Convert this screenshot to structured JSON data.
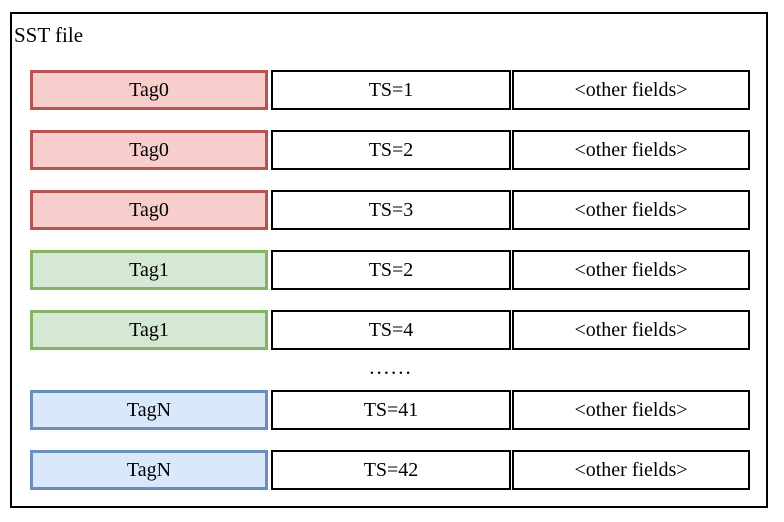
{
  "diagram": {
    "title": "SST file",
    "ellipsis": "......",
    "rows": [
      {
        "tag": "Tag0",
        "ts": "TS=1",
        "other": "<other fields>",
        "group": "red"
      },
      {
        "tag": "Tag0",
        "ts": "TS=2",
        "other": "<other fields>",
        "group": "red"
      },
      {
        "tag": "Tag0",
        "ts": "TS=3",
        "other": "<other fields>",
        "group": "red"
      },
      {
        "tag": "Tag1",
        "ts": "TS=2",
        "other": "<other fields>",
        "group": "green"
      },
      {
        "tag": "Tag1",
        "ts": "TS=4",
        "other": "<other fields>",
        "group": "green"
      },
      {
        "tag": "TagN",
        "ts": "TS=41",
        "other": "<other fields>",
        "group": "blue"
      },
      {
        "tag": "TagN",
        "ts": "TS=42",
        "other": "<other fields>",
        "group": "blue"
      }
    ],
    "colors": {
      "red_fill": "#f8cecc",
      "red_border": "#b85450",
      "green_fill": "#d5e8d4",
      "green_border": "#82b366",
      "blue_fill": "#dae8fc",
      "blue_border": "#6c8ebf",
      "line": "#000000"
    }
  }
}
